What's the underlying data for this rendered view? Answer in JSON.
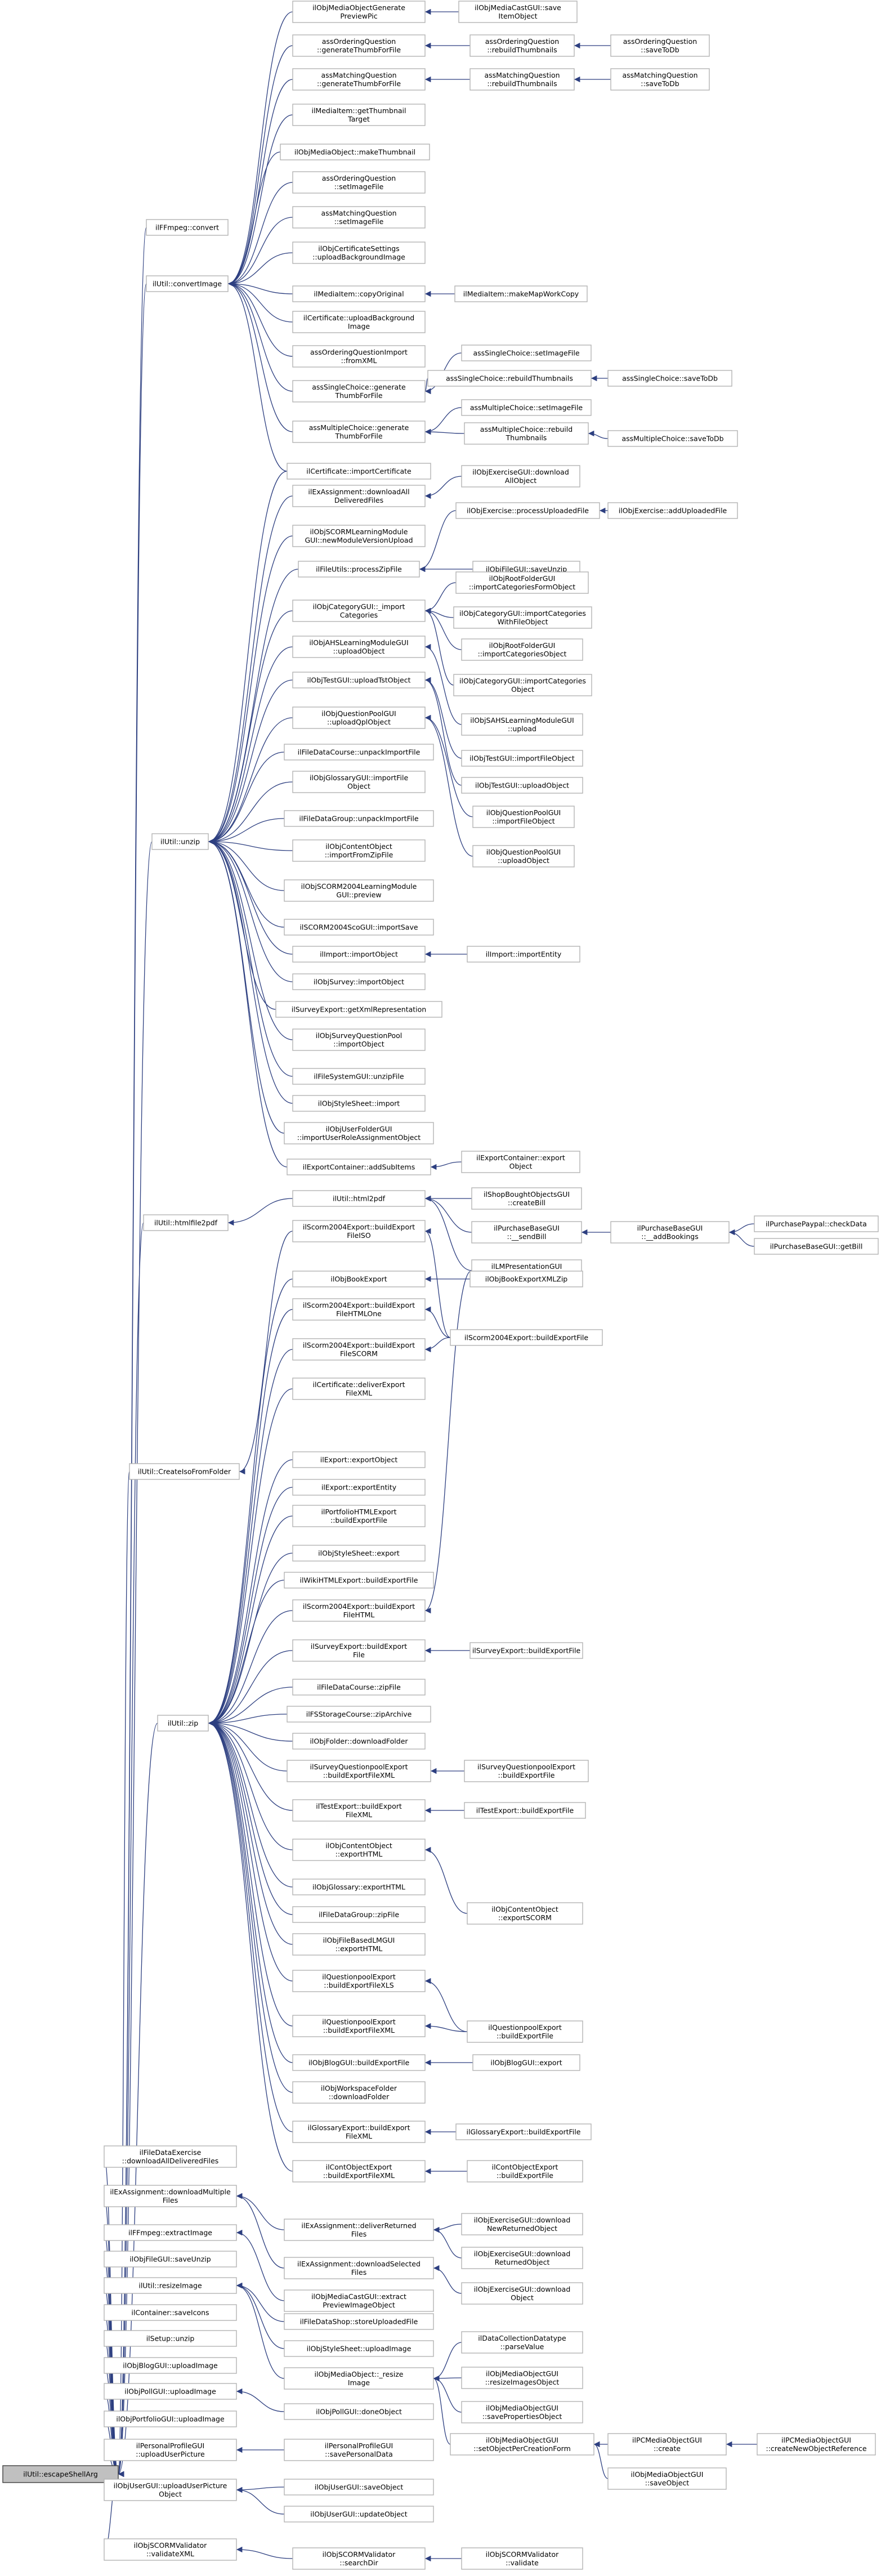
{
  "colors": {
    "edge": "#2d3f80",
    "node_border": "#b3b3b3",
    "root_fill": "#c0c0c0",
    "root_border": "#404040",
    "background": "#ffffff"
  },
  "nodes": [
    {
      "id": "n0",
      "label": "ilUtil::escapeShellArg",
      "root": true
    },
    {
      "id": "n1",
      "label": "ilFFmpeg::convert"
    },
    {
      "id": "n2",
      "label": "ilUtil::convertImage"
    },
    {
      "id": "n3",
      "label": "ilObjMediaObjectGenerate\nPreviewPic"
    },
    {
      "id": "n4",
      "label": "ilObjMediaCastGUI::save\nItemObject"
    },
    {
      "id": "n5",
      "label": "assOrderingQuestion\n::generateThumbForFile"
    },
    {
      "id": "n6",
      "label": "assOrderingQuestion\n::rebuildThumbnails"
    },
    {
      "id": "n7",
      "label": "assOrderingQuestion\n::saveToDb"
    },
    {
      "id": "n8",
      "label": "assMatchingQuestion\n::generateThumbForFile"
    },
    {
      "id": "n9",
      "label": "assMatchingQuestion\n::rebuildThumbnails"
    },
    {
      "id": "n10",
      "label": "assMatchingQuestion\n::saveToDb"
    },
    {
      "id": "n11",
      "label": "ilMediaItem::getThumbnail\nTarget"
    },
    {
      "id": "n12",
      "label": "ilObjMediaObject::makeThumbnail"
    },
    {
      "id": "n13",
      "label": "assOrderingQuestion\n::setImageFile"
    },
    {
      "id": "n14",
      "label": "assMatchingQuestion\n::setImageFile"
    },
    {
      "id": "n15",
      "label": "ilObjCertificateSettings\n::uploadBackgroundImage"
    },
    {
      "id": "n16",
      "label": "ilMediaItem::copyOriginal"
    },
    {
      "id": "n17",
      "label": "ilMediaItem::makeMapWorkCopy"
    },
    {
      "id": "n18",
      "label": "ilCertificate::uploadBackground\nImage"
    },
    {
      "id": "n19",
      "label": "assOrderingQuestionImport\n::fromXML"
    },
    {
      "id": "n20",
      "label": "assSingleChoice::generate\nThumbForFile"
    },
    {
      "id": "n21",
      "label": "assSingleChoice::setImageFile"
    },
    {
      "id": "n22",
      "label": "assSingleChoice::rebuildThumbnails"
    },
    {
      "id": "n23",
      "label": "assSingleChoice::saveToDb"
    },
    {
      "id": "n24",
      "label": "assMultipleChoice::generate\nThumbForFile"
    },
    {
      "id": "n25",
      "label": "assMultipleChoice::setImageFile"
    },
    {
      "id": "n26",
      "label": "assMultipleChoice::rebuild\nThumbnails"
    },
    {
      "id": "n27",
      "label": "assMultipleChoice::saveToDb"
    },
    {
      "id": "n28",
      "label": "ilCertificate::importCertificate"
    },
    {
      "id": "n29",
      "label": "ilUtil::unzip"
    },
    {
      "id": "n30",
      "label": "ilExAssignment::downloadAll\nDeliveredFiles"
    },
    {
      "id": "n31",
      "label": "ilObjExerciseGUI::download\nAllObject"
    },
    {
      "id": "n32",
      "label": "ilObjExercise::processUploadedFile"
    },
    {
      "id": "n33",
      "label": "ilObjExercise::addUploadedFile"
    },
    {
      "id": "n34",
      "label": "ilObjSCORMLearningModule\nGUI::newModuleVersionUpload"
    },
    {
      "id": "n35",
      "label": "ilFileUtils::processZipFile"
    },
    {
      "id": "n36",
      "label": "ilObjFileGUI::saveUnzip"
    },
    {
      "id": "n37",
      "label": "ilObjCategoryGUI::_import\nCategories"
    },
    {
      "id": "n38",
      "label": "ilObjRootFolderGUI\n::importCategoriesFormObject"
    },
    {
      "id": "n39",
      "label": "ilObjCategoryGUI::importCategories\nWithFileObject"
    },
    {
      "id": "n40",
      "label": "ilObjRootFolderGUI\n::importCategoriesObject"
    },
    {
      "id": "n41",
      "label": "ilObjCategoryGUI::importCategories\nObject"
    },
    {
      "id": "n42",
      "label": "ilObjAHSLearningModuleGUI\n::uploadObject"
    },
    {
      "id": "n43",
      "label": "ilObjSAHSLearningModuleGUI\n::upload"
    },
    {
      "id": "n44",
      "label": "ilObjTestGUI::uploadTstObject"
    },
    {
      "id": "n45",
      "label": "ilObjTestGUI::importFileObject"
    },
    {
      "id": "n46",
      "label": "ilObjTestGUI::uploadObject"
    },
    {
      "id": "n47",
      "label": "ilObjQuestionPoolGUI\n::uploadQplObject"
    },
    {
      "id": "n48",
      "label": "ilObjQuestionPoolGUI\n::importFileObject"
    },
    {
      "id": "n49",
      "label": "ilObjQuestionPoolGUI\n::uploadObject"
    },
    {
      "id": "n50",
      "label": "ilFileDataCourse::unpackImportFile"
    },
    {
      "id": "n51",
      "label": "ilObjGlossaryGUI::importFile\nObject"
    },
    {
      "id": "n52",
      "label": "ilFileDataGroup::unpackImportFile"
    },
    {
      "id": "n53",
      "label": "ilObjContentObject\n::importFromZipFile"
    },
    {
      "id": "n54",
      "label": "ilObjSCORM2004LearningModule\nGUI::preview"
    },
    {
      "id": "n55",
      "label": "ilSCORM2004ScoGUI::importSave"
    },
    {
      "id": "n56",
      "label": "ilImport::importObject"
    },
    {
      "id": "n57",
      "label": "ilImport::importEntity"
    },
    {
      "id": "n58",
      "label": "ilObjSurvey::importObject"
    },
    {
      "id": "n59",
      "label": "ilSurveyExport::getXmlRepresentation"
    },
    {
      "id": "n60",
      "label": "ilObjSurveyQuestionPool\n::importObject"
    },
    {
      "id": "n61",
      "label": "ilFileSystemGUI::unzipFile"
    },
    {
      "id": "n62",
      "label": "ilObjStyleSheet::import"
    },
    {
      "id": "n63",
      "label": "ilObjUserFolderGUI\n::importUserRoleAssignmentObject"
    },
    {
      "id": "n64",
      "label": "ilExportContainer::addSubItems"
    },
    {
      "id": "n65",
      "label": "ilExportContainer::export\nObject"
    },
    {
      "id": "n66",
      "label": "ilUtil::html2pdf"
    },
    {
      "id": "n67",
      "label": "ilShopBoughtObjectsGUI\n::createBill"
    },
    {
      "id": "n68",
      "label": "ilPurchaseBaseGUI\n::__sendBill"
    },
    {
      "id": "n69",
      "label": "ilPurchaseBaseGUI\n::__addBookings"
    },
    {
      "id": "n70",
      "label": "ilPurchasePaypal::checkData"
    },
    {
      "id": "n71",
      "label": "ilPurchaseBaseGUI::getBill"
    },
    {
      "id": "n72",
      "label": "ilLMPresentationGUI\n::offlineexport"
    },
    {
      "id": "n73",
      "label": "ilUtil::htmlfile2pdf"
    },
    {
      "id": "n74",
      "label": "ilScorm2004Export::buildExport\nFileISO"
    },
    {
      "id": "n75",
      "label": "ilObjBookExport"
    },
    {
      "id": "n76",
      "label": "ilObjBookExportXMLZip"
    },
    {
      "id": "n77",
      "label": "ilScorm2004Export::buildExport\nFileHTMLOne"
    },
    {
      "id": "n78",
      "label": "ilScorm2004Export::buildExportFile"
    },
    {
      "id": "n79",
      "label": "ilScorm2004Export::buildExport\nFileSCORM"
    },
    {
      "id": "n80",
      "label": "ilUtil::CreateIsoFromFolder"
    },
    {
      "id": "n81",
      "label": "ilCertificate::deliverExport\nFileXML"
    },
    {
      "id": "n82",
      "label": "ilExport::exportObject"
    },
    {
      "id": "n83",
      "label": "ilExport::exportEntity"
    },
    {
      "id": "n84",
      "label": "ilPortfolioHTMLExport\n::buildExportFile"
    },
    {
      "id": "n85",
      "label": "ilObjStyleSheet::export"
    },
    {
      "id": "n86",
      "label": "ilWikiHTMLExport::buildExportFile"
    },
    {
      "id": "n87",
      "label": "ilScorm2004Export::buildExport\nFileHTML"
    },
    {
      "id": "n88",
      "label": "ilSurveyExport::buildExport\nFile"
    },
    {
      "id": "n89",
      "label": "ilSurveyExport::buildExportFile"
    },
    {
      "id": "n90",
      "label": "ilFileDataCourse::zipFile"
    },
    {
      "id": "n91",
      "label": "ilFSStorageCourse::zipArchive"
    },
    {
      "id": "n92",
      "label": "ilObjFolder::downloadFolder"
    },
    {
      "id": "n93",
      "label": "ilUtil::zip"
    },
    {
      "id": "n94",
      "label": "ilSurveyQuestionpoolExport\n::buildExportFileXML"
    },
    {
      "id": "n95",
      "label": "ilSurveyQuestionpoolExport\n::buildExportFile"
    },
    {
      "id": "n96",
      "label": "ilTestExport::buildExport\nFileXML"
    },
    {
      "id": "n97",
      "label": "ilTestExport::buildExportFile"
    },
    {
      "id": "n98",
      "label": "ilObjContentObject\n::exportHTML"
    },
    {
      "id": "n99",
      "label": "ilObjContentObject\n::exportSCORM"
    },
    {
      "id": "n100",
      "label": "ilObjGlossary::exportHTML"
    },
    {
      "id": "n101",
      "label": "ilFileDataGroup::zipFile"
    },
    {
      "id": "n102",
      "label": "ilObjFileBasedLMGUI\n::exportHTML"
    },
    {
      "id": "n103",
      "label": "ilQuestionpoolExport\n::buildExportFileXLS"
    },
    {
      "id": "n104",
      "label": "ilQuestionpoolExport\n::buildExportFile"
    },
    {
      "id": "n105",
      "label": "ilQuestionpoolExport\n::buildExportFileXML"
    },
    {
      "id": "n106",
      "label": "ilObjBlogGUI::buildExportFile"
    },
    {
      "id": "n107",
      "label": "ilObjBlogGUI::export"
    },
    {
      "id": "n108",
      "label": "ilObjWorkspaceFolder\n::downloadFolder"
    },
    {
      "id": "n109",
      "label": "ilGlossaryExport::buildExport\nFileXML"
    },
    {
      "id": "n110",
      "label": "ilGlossaryExport::buildExportFile"
    },
    {
      "id": "n111",
      "label": "ilContObjectExport\n::buildExportFileXML"
    },
    {
      "id": "n112",
      "label": "ilContObjectExport\n::buildExportFile"
    },
    {
      "id": "n113",
      "label": "ilFileDataExercise\n::downloadAllDeliveredFiles"
    },
    {
      "id": "n114",
      "label": "ilExAssignment::downloadMultiple\nFiles"
    },
    {
      "id": "n115",
      "label": "ilExAssignment::deliverReturned\nFiles"
    },
    {
      "id": "n116",
      "label": "ilObjExerciseGUI::download\nNewReturnedObject"
    },
    {
      "id": "n117",
      "label": "ilExAssignment::downloadSelected\nFiles"
    },
    {
      "id": "n118",
      "label": "ilObjExerciseGUI::download\nReturnedObject"
    },
    {
      "id": "n119",
      "label": "ilObjExerciseGUI::download\nObject"
    },
    {
      "id": "n120",
      "label": "ilFFmpeg::extractImage"
    },
    {
      "id": "n121",
      "label": "ilObjMediaCastGUI::extract\nPreviewImageObject"
    },
    {
      "id": "n122",
      "label": "ilObjFileGUI::saveUnzip"
    },
    {
      "id": "n123",
      "label": "ilFileDataShop::storeUploadedFile"
    },
    {
      "id": "n124",
      "label": "ilUtil::resizeImage"
    },
    {
      "id": "n125",
      "label": "ilObjStyleSheet::uploadImage"
    },
    {
      "id": "n126",
      "label": "ilContainer::saveIcons"
    },
    {
      "id": "n127",
      "label": "ilObjMediaObject::_resize\nImage"
    },
    {
      "id": "n128",
      "label": "ilDataCollectionDatatype\n::parseValue"
    },
    {
      "id": "n129",
      "label": "ilObjMediaObjectGUI\n::resizeImagesObject"
    },
    {
      "id": "n130",
      "label": "ilObjMediaObjectGUI\n::savePropertiesObject"
    },
    {
      "id": "n131",
      "label": "ilObjMediaObjectGUI\n::setObjectPerCreationForm"
    },
    {
      "id": "n132",
      "label": "ilPCMediaObjectGUI\n::create"
    },
    {
      "id": "n133",
      "label": "ilPCMediaObjectGUI\n::createNewObjectReference"
    },
    {
      "id": "n134",
      "label": "ilObjMediaObjectGUI\n::saveObject"
    },
    {
      "id": "n135",
      "label": "ilSetup::unzip"
    },
    {
      "id": "n136",
      "label": "ilObjBlogGUI::uploadImage"
    },
    {
      "id": "n137",
      "label": "ilObjPollGUI::uploadImage"
    },
    {
      "id": "n138",
      "label": "ilObjPollGUI::doneObject"
    },
    {
      "id": "n139",
      "label": "ilObjPortfolioGUI::uploadImage"
    },
    {
      "id": "n140",
      "label": "ilPersonalProfileGUI\n::uploadUserPicture"
    },
    {
      "id": "n141",
      "label": "ilPersonalProfileGUI\n::savePersonalData"
    },
    {
      "id": "n142",
      "label": "ilObjUserGUI::uploadUserPicture\nObject"
    },
    {
      "id": "n143",
      "label": "ilObjUserGUI::saveObject"
    },
    {
      "id": "n144",
      "label": "ilObjUserGUI::updateObject"
    },
    {
      "id": "n145",
      "label": "ilObjSCORMValidator\n::validateXML"
    },
    {
      "id": "n146",
      "label": "ilObjSCORMValidator\n::searchDir"
    },
    {
      "id": "n147",
      "label": "ilObjSCORMValidator\n::validate"
    }
  ],
  "edges": [
    [
      "n1",
      "n0"
    ],
    [
      "n2",
      "n0"
    ],
    [
      "n29",
      "n0"
    ],
    [
      "n73",
      "n0"
    ],
    [
      "n80",
      "n0"
    ],
    [
      "n93",
      "n0"
    ],
    [
      "n113",
      "n0"
    ],
    [
      "n114",
      "n0"
    ],
    [
      "n120",
      "n0"
    ],
    [
      "n122",
      "n0"
    ],
    [
      "n124",
      "n0"
    ],
    [
      "n126",
      "n0"
    ],
    [
      "n135",
      "n0"
    ],
    [
      "n136",
      "n0"
    ],
    [
      "n137",
      "n0"
    ],
    [
      "n139",
      "n0"
    ],
    [
      "n140",
      "n0"
    ],
    [
      "n142",
      "n0"
    ],
    [
      "n145",
      "n0"
    ],
    [
      "n3",
      "n2"
    ],
    [
      "n5",
      "n2"
    ],
    [
      "n8",
      "n2"
    ],
    [
      "n11",
      "n2"
    ],
    [
      "n12",
      "n2"
    ],
    [
      "n13",
      "n2"
    ],
    [
      "n14",
      "n2"
    ],
    [
      "n15",
      "n2"
    ],
    [
      "n16",
      "n2"
    ],
    [
      "n18",
      "n2"
    ],
    [
      "n19",
      "n2"
    ],
    [
      "n20",
      "n2"
    ],
    [
      "n24",
      "n2"
    ],
    [
      "n28",
      "n2"
    ],
    [
      "n4",
      "n3"
    ],
    [
      "n6",
      "n5"
    ],
    [
      "n7",
      "n6"
    ],
    [
      "n9",
      "n8"
    ],
    [
      "n10",
      "n9"
    ],
    [
      "n17",
      "n16"
    ],
    [
      "n21",
      "n20"
    ],
    [
      "n22",
      "n20"
    ],
    [
      "n23",
      "n22"
    ],
    [
      "n25",
      "n24"
    ],
    [
      "n26",
      "n24"
    ],
    [
      "n27",
      "n26"
    ],
    [
      "n28",
      "n29"
    ],
    [
      "n30",
      "n29"
    ],
    [
      "n34",
      "n29"
    ],
    [
      "n35",
      "n29"
    ],
    [
      "n37",
      "n29"
    ],
    [
      "n42",
      "n29"
    ],
    [
      "n44",
      "n29"
    ],
    [
      "n47",
      "n29"
    ],
    [
      "n50",
      "n29"
    ],
    [
      "n51",
      "n29"
    ],
    [
      "n52",
      "n29"
    ],
    [
      "n53",
      "n29"
    ],
    [
      "n54",
      "n29"
    ],
    [
      "n55",
      "n29"
    ],
    [
      "n56",
      "n29"
    ],
    [
      "n58",
      "n29"
    ],
    [
      "n59",
      "n29"
    ],
    [
      "n60",
      "n29"
    ],
    [
      "n61",
      "n29"
    ],
    [
      "n62",
      "n29"
    ],
    [
      "n63",
      "n29"
    ],
    [
      "n64",
      "n29"
    ],
    [
      "n31",
      "n30"
    ],
    [
      "n33",
      "n32"
    ],
    [
      "n32",
      "n35"
    ],
    [
      "n36",
      "n35"
    ],
    [
      "n38",
      "n37"
    ],
    [
      "n39",
      "n37"
    ],
    [
      "n40",
      "n37"
    ],
    [
      "n41",
      "n37"
    ],
    [
      "n43",
      "n42"
    ],
    [
      "n45",
      "n44"
    ],
    [
      "n46",
      "n44"
    ],
    [
      "n48",
      "n47"
    ],
    [
      "n49",
      "n47"
    ],
    [
      "n57",
      "n56"
    ],
    [
      "n65",
      "n64"
    ],
    [
      "n66",
      "n73"
    ],
    [
      "n67",
      "n66"
    ],
    [
      "n68",
      "n66"
    ],
    [
      "n69",
      "n68"
    ],
    [
      "n70",
      "n69"
    ],
    [
      "n71",
      "n69"
    ],
    [
      "n72",
      "n66"
    ],
    [
      "n74",
      "n80"
    ],
    [
      "n78",
      "n74"
    ],
    [
      "n75",
      "n93"
    ],
    [
      "n77",
      "n93"
    ],
    [
      "n79",
      "n93"
    ],
    [
      "n81",
      "n93"
    ],
    [
      "n82",
      "n93"
    ],
    [
      "n83",
      "n93"
    ],
    [
      "n84",
      "n93"
    ],
    [
      "n85",
      "n93"
    ],
    [
      "n86",
      "n93"
    ],
    [
      "n87",
      "n93"
    ],
    [
      "n88",
      "n93"
    ],
    [
      "n90",
      "n93"
    ],
    [
      "n91",
      "n93"
    ],
    [
      "n92",
      "n93"
    ],
    [
      "n94",
      "n93"
    ],
    [
      "n96",
      "n93"
    ],
    [
      "n98",
      "n93"
    ],
    [
      "n100",
      "n93"
    ],
    [
      "n101",
      "n93"
    ],
    [
      "n102",
      "n93"
    ],
    [
      "n103",
      "n93"
    ],
    [
      "n105",
      "n93"
    ],
    [
      "n106",
      "n93"
    ],
    [
      "n108",
      "n93"
    ],
    [
      "n109",
      "n93"
    ],
    [
      "n111",
      "n93"
    ],
    [
      "n76",
      "n75"
    ],
    [
      "n78",
      "n77"
    ],
    [
      "n78",
      "n79"
    ],
    [
      "n72",
      "n87"
    ],
    [
      "n89",
      "n88"
    ],
    [
      "n95",
      "n94"
    ],
    [
      "n97",
      "n96"
    ],
    [
      "n99",
      "n98"
    ],
    [
      "n104",
      "n103"
    ],
    [
      "n104",
      "n105"
    ],
    [
      "n107",
      "n106"
    ],
    [
      "n110",
      "n109"
    ],
    [
      "n112",
      "n111"
    ],
    [
      "n115",
      "n114"
    ],
    [
      "n117",
      "n114"
    ],
    [
      "n116",
      "n115"
    ],
    [
      "n118",
      "n115"
    ],
    [
      "n119",
      "n117"
    ],
    [
      "n121",
      "n120"
    ],
    [
      "n123",
      "n124"
    ],
    [
      "n125",
      "n124"
    ],
    [
      "n127",
      "n124"
    ],
    [
      "n128",
      "n127"
    ],
    [
      "n129",
      "n127"
    ],
    [
      "n130",
      "n127"
    ],
    [
      "n131",
      "n127"
    ],
    [
      "n132",
      "n131"
    ],
    [
      "n133",
      "n132"
    ],
    [
      "n134",
      "n131"
    ],
    [
      "n138",
      "n137"
    ],
    [
      "n141",
      "n140"
    ],
    [
      "n143",
      "n142"
    ],
    [
      "n144",
      "n142"
    ],
    [
      "n146",
      "n145"
    ],
    [
      "n147",
      "n146"
    ]
  ]
}
